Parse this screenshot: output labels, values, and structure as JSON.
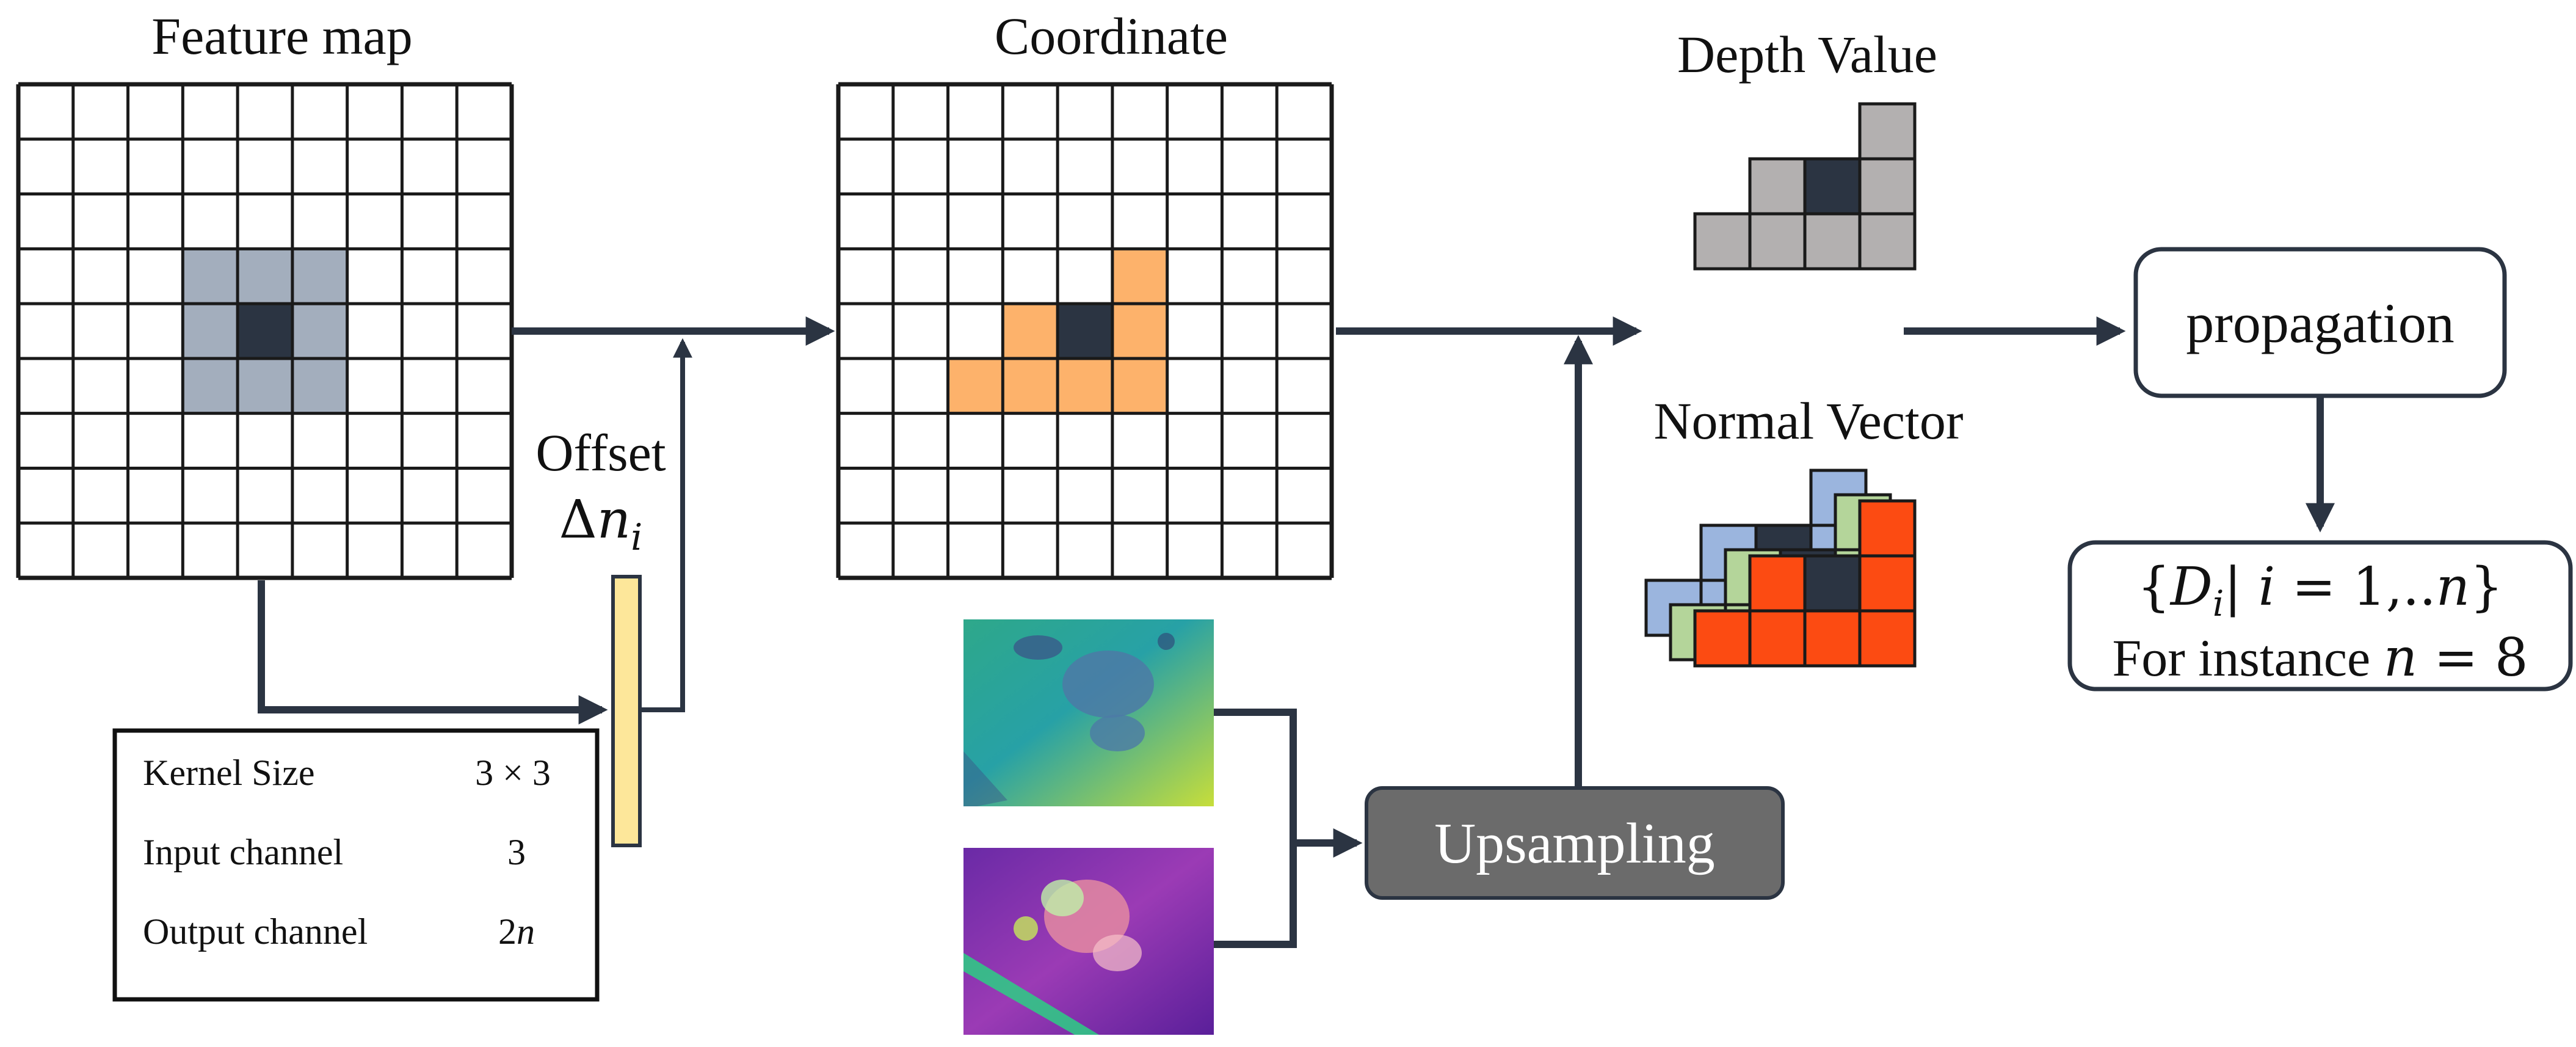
{
  "labels": {
    "feature_map": "Feature map",
    "coordinate": "Coordinate",
    "depth_value": "Depth Value",
    "normal_vector": "Normal Vector",
    "offset": "Offset",
    "delta": "Δ",
    "offset_var": "n",
    "offset_sub": "i",
    "propagation": "propagation",
    "upsampling": "Upsampling"
  },
  "kernel_table": [
    {
      "name": "Kernel Size",
      "value": "3 × 3"
    },
    {
      "name": "Input channel",
      "value": "3"
    },
    {
      "name": "Output channel",
      "value": "2",
      "value_italic": "n"
    }
  ],
  "output_box": {
    "line1_open": "{",
    "line1_var": "D",
    "line1_sub": "i",
    "line1_mid": "| ",
    "line1_i": "i",
    "line1_eq": " = 1,..",
    "line1_n": "n",
    "line1_close": "}",
    "line2_text": "For instance ",
    "line2_n": "n",
    "line2_eq": " = 8"
  },
  "colors": {
    "dark": "#2b3442",
    "grid_line": "#1a1a1a",
    "highlight_blue": "#a3aebd",
    "orange": "#fdb26b",
    "depth_gray": "#b3b0b0",
    "normal_blue": "#9bb5de",
    "normal_green": "#b4d59a",
    "normal_red": "#fc4b12",
    "offset_bar": "#fde79a",
    "upsampling_fill": "#6b6b6b",
    "upsampling_text": "#ffffff"
  }
}
